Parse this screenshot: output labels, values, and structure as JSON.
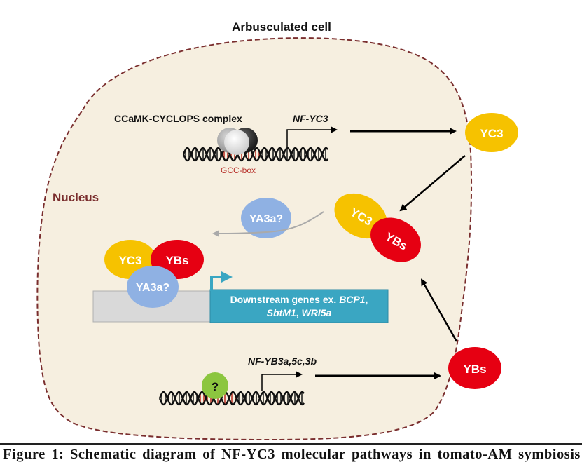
{
  "diagram": {
    "cell_title": "Arbusculated cell",
    "nucleus_label": "Nucleus",
    "complex_label": "CCaMK-CYCLOPS complex",
    "gcc_box_label": "GCC-box",
    "gene_nfyc3": "NF-YC3",
    "gene_nfyb": "NF-YB3a,5c,3b",
    "yc3_label": "YC3",
    "ybs_label": "YBs",
    "ya3a_label": "YA3a?",
    "unknown_label": "?",
    "downstream_line1_prefix": "Downstream genes ex. ",
    "downstream_line1_gene": "BCP1",
    "downstream_line1_suffix": ",",
    "downstream_line2_gene_a": "SbtM1",
    "downstream_line2_sep": ", ",
    "downstream_line2_gene_b": "WRI5a"
  },
  "colors": {
    "cell_fill": "#f6efe0",
    "cell_border": "#7a2e2e",
    "yc3": "#f6c200",
    "ybs": "#e60012",
    "ya3a": "#8fb1e3",
    "unknown": "#8cc63f",
    "downstream_box": "#3aa6c2",
    "gray_box": "#d9d9d9",
    "nucleus_text": "#7a2e2e",
    "gcc_text": "#b8322c"
  },
  "caption": {
    "text": "Figure 1: Schematic diagram of NF-YC3 molecular pathways in tomato-AM symbiosis"
  }
}
